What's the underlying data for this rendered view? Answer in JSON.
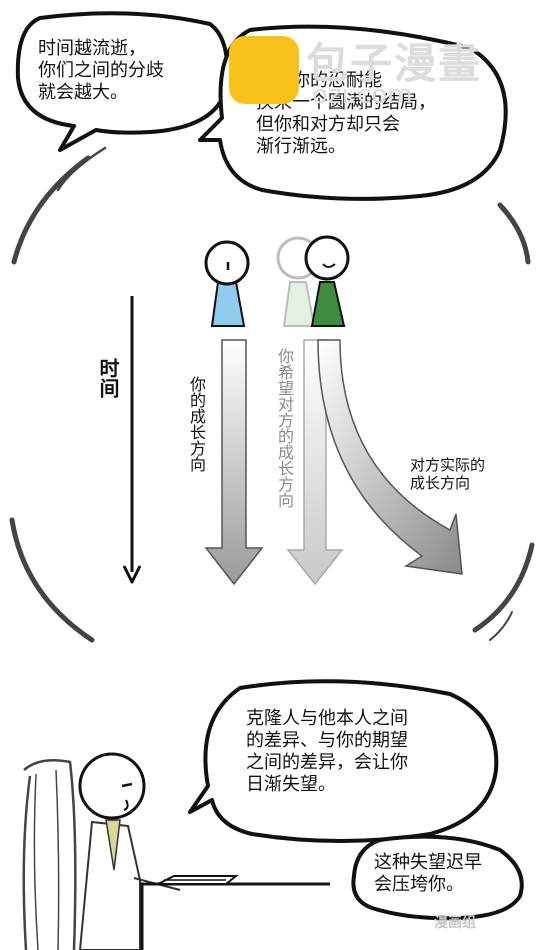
{
  "bubbles": {
    "top_left": "时间越流逝，\n你们之间的分歧\n就会越大。",
    "top_right": "以为你的忍耐能\n换来一个圆满的结局，\n但你和对方却只会\n渐行渐远。",
    "bottom_main": "克隆人与他本人之间\n的差异、与你的期望\n之间的差异，会让你\n日渐失望。",
    "bottom_small": "这种失望迟早\n会压垮你。"
  },
  "diagram": {
    "time_label": "时间",
    "your_growth": "你的成长方向",
    "hoped_growth": "你希望对方的成长方向",
    "actual_growth": "对方实际的\n成长方向"
  },
  "watermark": {
    "name": "包子漫畫",
    "url": "ozi.com",
    "corner": "漫画组"
  },
  "colors": {
    "you": "#8ecbed",
    "other_hoped": "#cde6c9",
    "other_actual": "#3d8c40",
    "logo": "#f8c21b"
  }
}
